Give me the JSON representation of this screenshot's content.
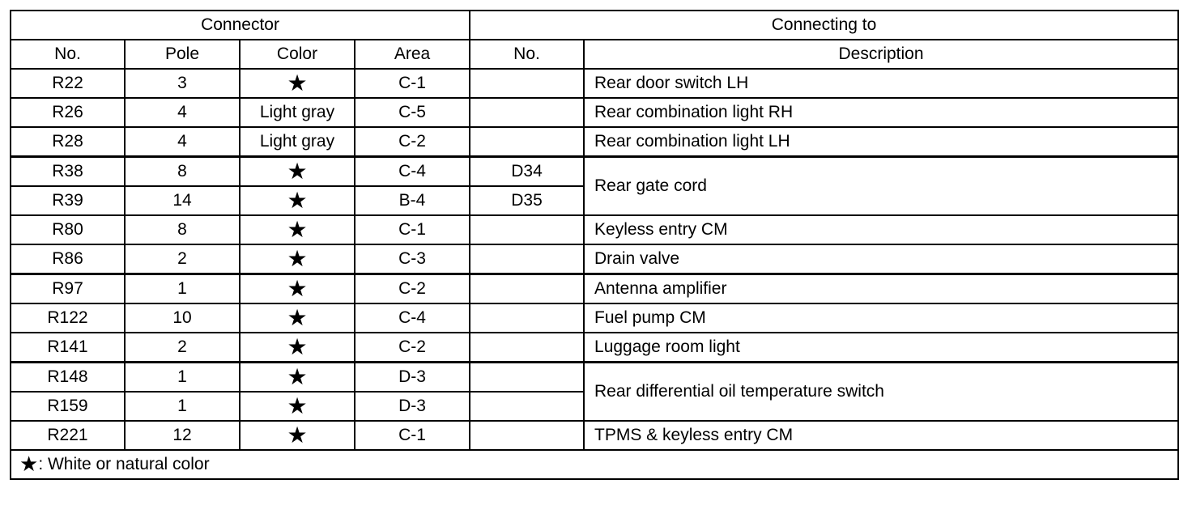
{
  "header": {
    "group_connector": "Connector",
    "group_connecting_to": "Connecting to",
    "columns": [
      "No.",
      "Pole",
      "Color",
      "Area",
      "No.",
      "Description"
    ]
  },
  "star_symbol": "★",
  "rows": [
    {
      "no": "R22",
      "pole": "3",
      "color": "★",
      "area": "C-1",
      "conn_no": "",
      "desc": "Rear door switch LH"
    },
    {
      "no": "R26",
      "pole": "4",
      "color": "Light gray",
      "area": "C-5",
      "conn_no": "",
      "desc": "Rear combination light RH"
    },
    {
      "no": "R28",
      "pole": "4",
      "color": "Light gray",
      "area": "C-2",
      "conn_no": "",
      "desc": "Rear combination light LH"
    },
    {
      "no": "R38",
      "pole": "8",
      "color": "★",
      "area": "C-4",
      "conn_no": "D34",
      "desc": "Rear gate cord"
    },
    {
      "no": "R39",
      "pole": "14",
      "color": "★",
      "area": "B-4",
      "conn_no": "D35",
      "desc": ""
    },
    {
      "no": "R80",
      "pole": "8",
      "color": "★",
      "area": "C-1",
      "conn_no": "",
      "desc": "Keyless entry CM"
    },
    {
      "no": "R86",
      "pole": "2",
      "color": "★",
      "area": "C-3",
      "conn_no": "",
      "desc": "Drain valve"
    },
    {
      "no": "R97",
      "pole": "1",
      "color": "★",
      "area": "C-2",
      "conn_no": "",
      "desc": "Antenna amplifier"
    },
    {
      "no": "R122",
      "pole": "10",
      "color": "★",
      "area": "C-4",
      "conn_no": "",
      "desc": "Fuel pump CM"
    },
    {
      "no": "R141",
      "pole": "2",
      "color": "★",
      "area": "C-2",
      "conn_no": "",
      "desc": "Luggage room light"
    },
    {
      "no": "R148",
      "pole": "1",
      "color": "★",
      "area": "D-3",
      "conn_no": "",
      "desc": "Rear differential oil temperature switch"
    },
    {
      "no": "R159",
      "pole": "1",
      "color": "★",
      "area": "D-3",
      "conn_no": "",
      "desc": ""
    },
    {
      "no": "R221",
      "pole": "12",
      "color": "★",
      "area": "C-1",
      "conn_no": "",
      "desc": "TPMS & keyless entry CM"
    }
  ],
  "footnote": {
    "symbol": "★",
    "text": ": White or natural color"
  }
}
